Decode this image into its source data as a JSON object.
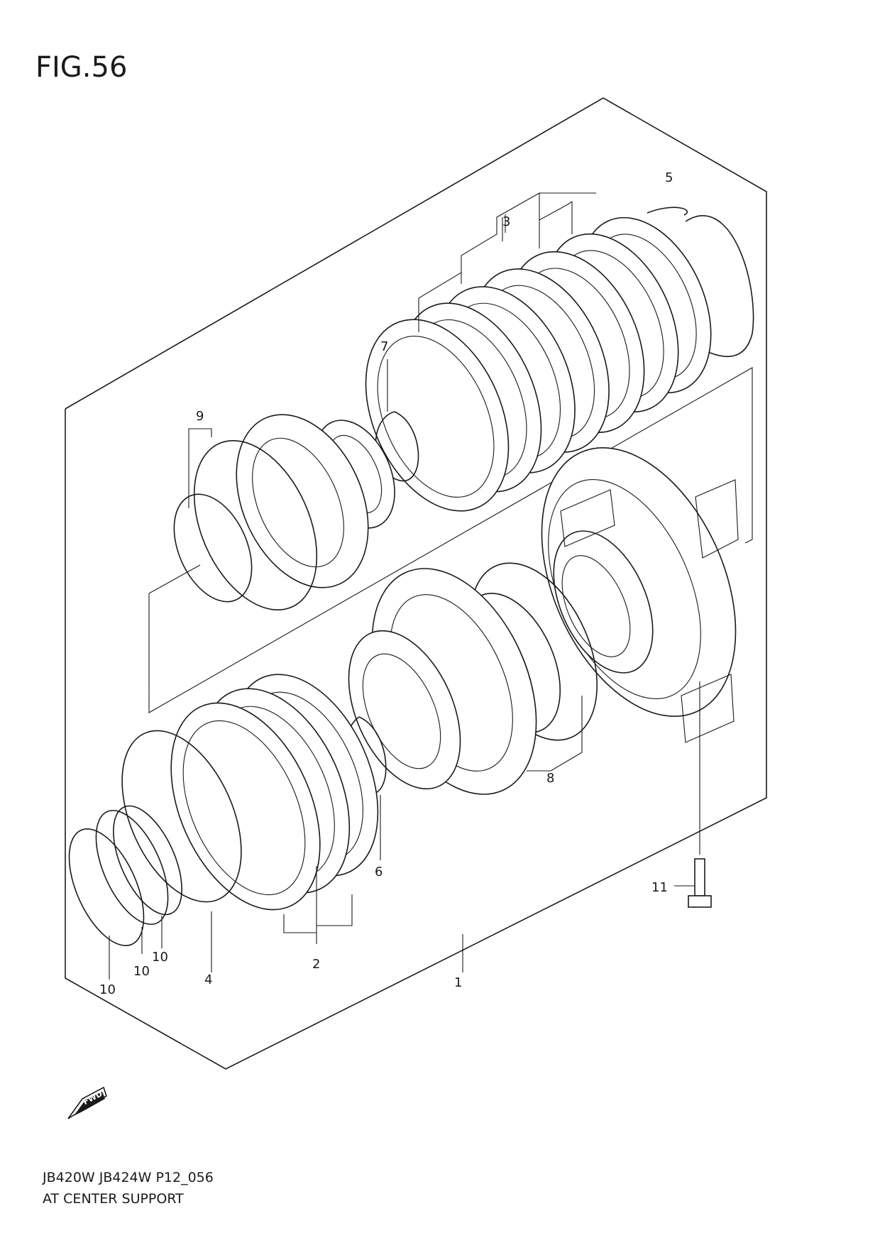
{
  "figure": {
    "title": "FIG.56"
  },
  "footer": {
    "model_code": "JB420W JB424W P12_056",
    "caption": "AT CENTER SUPPORT"
  },
  "fwd_badge": {
    "label": "FWD"
  },
  "callouts": {
    "c1": "1",
    "c2": "2",
    "c3": "3",
    "c4": "4",
    "c5": "5",
    "c6": "6",
    "c7": "7",
    "c8": "8",
    "c9": "9",
    "c10a": "10",
    "c10b": "10",
    "c10c": "10",
    "c11": "11"
  }
}
